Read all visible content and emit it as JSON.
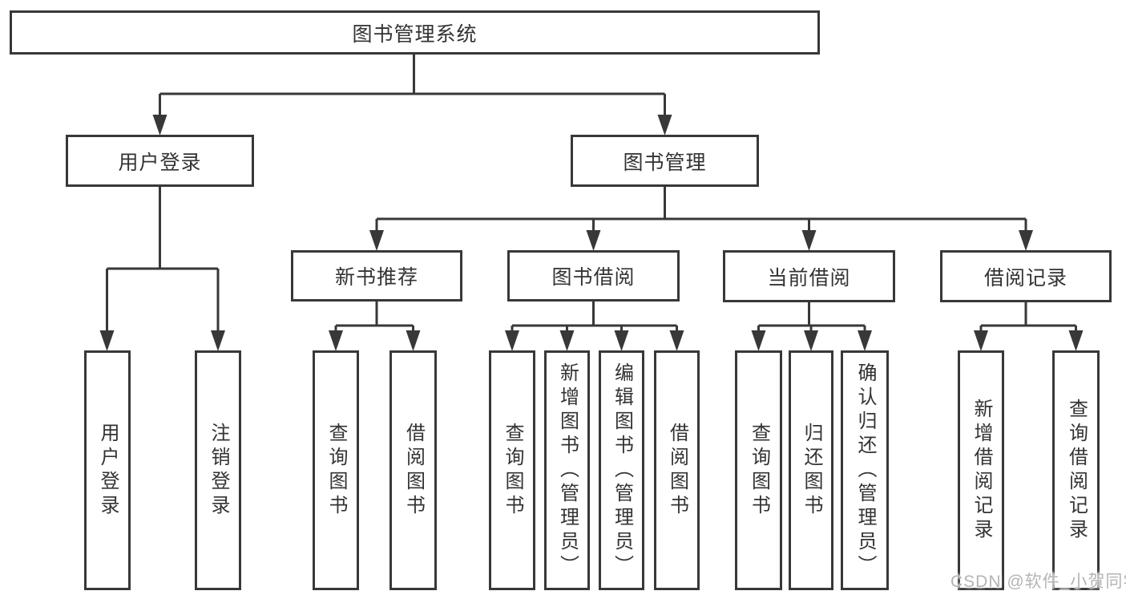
{
  "tree": {
    "label": "图书管理系统",
    "children": [
      {
        "label": "用户登录",
        "children": [
          {
            "label": "用户登录"
          },
          {
            "label": "注销登录"
          }
        ]
      },
      {
        "label": "图书管理",
        "children": [
          {
            "label": "新书推荐",
            "children": [
              {
                "label": "查询图书"
              },
              {
                "label": "借阅图书"
              }
            ]
          },
          {
            "label": "图书借阅",
            "children": [
              {
                "label": "查询图书"
              },
              {
                "label": "新增图书（管理员）"
              },
              {
                "label": "编辑图书（管理员）"
              },
              {
                "label": "借阅图书"
              }
            ]
          },
          {
            "label": "当前借阅",
            "children": [
              {
                "label": "查询图书"
              },
              {
                "label": "归还图书"
              },
              {
                "label": "确认归还（管理员）"
              }
            ]
          },
          {
            "label": "借阅记录",
            "children": [
              {
                "label": "新增借阅记录"
              },
              {
                "label": "查询借阅记录"
              }
            ]
          }
        ]
      }
    ]
  },
  "watermark": {
    "text": "CSDN @软件_小贺同学"
  },
  "colors": {
    "line": "#383838",
    "box_border": "#383838",
    "text": "#333333",
    "watermark": "#b4b4b4",
    "background": "#ffffff"
  }
}
